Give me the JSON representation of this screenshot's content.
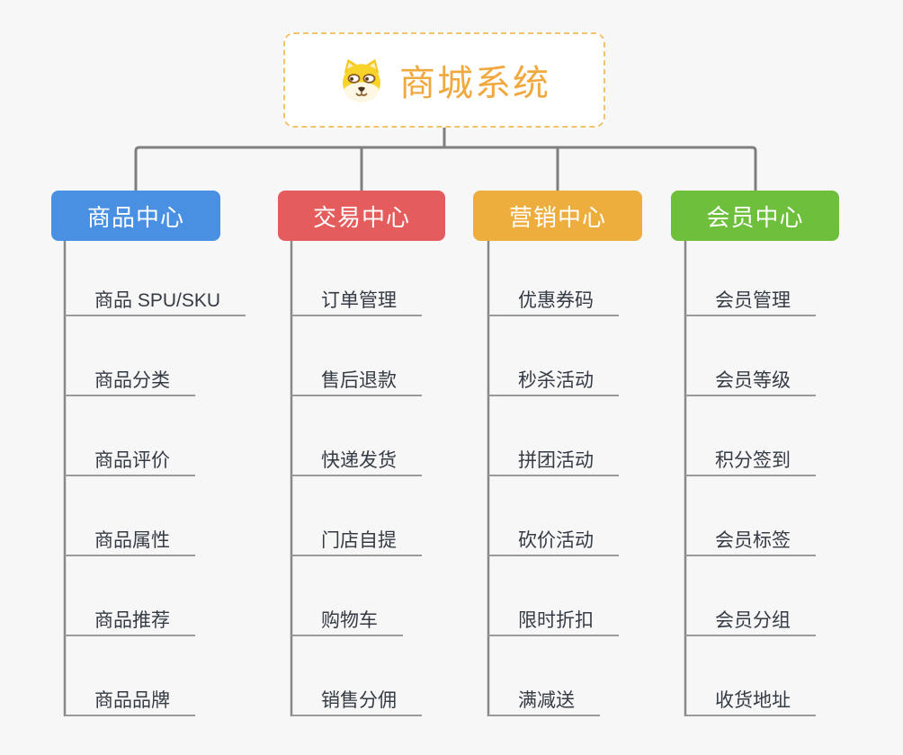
{
  "root": {
    "title": "商城系统",
    "icon": "dog-face-icon",
    "title_color": "#f0a93e",
    "border_color": "#f2c36b"
  },
  "branches": [
    {
      "label": "商品中心",
      "color": "#4a90e2",
      "items": [
        "商品 SPU/SKU",
        "商品分类",
        "商品评价",
        "商品属性",
        "商品推荐",
        "商品品牌"
      ]
    },
    {
      "label": "交易中心",
      "color": "#e45c5c",
      "items": [
        "订单管理",
        "售后退款",
        "快递发货",
        "门店自提",
        "购物车",
        "销售分佣"
      ]
    },
    {
      "label": "营销中心",
      "color": "#edae3d",
      "items": [
        "优惠券码",
        "秒杀活动",
        "拼团活动",
        "砍价活动",
        "限时折扣",
        "满减送"
      ]
    },
    {
      "label": "会员中心",
      "color": "#6ec03c",
      "items": [
        "会员管理",
        "会员等级",
        "积分签到",
        "会员标签",
        "会员分组",
        "收货地址"
      ]
    }
  ],
  "colors": {
    "connector": "#7f7f7f",
    "leaf_connector": "#888888",
    "leaf_underline": "#9a9a9a",
    "background": "#f7f7f7"
  }
}
